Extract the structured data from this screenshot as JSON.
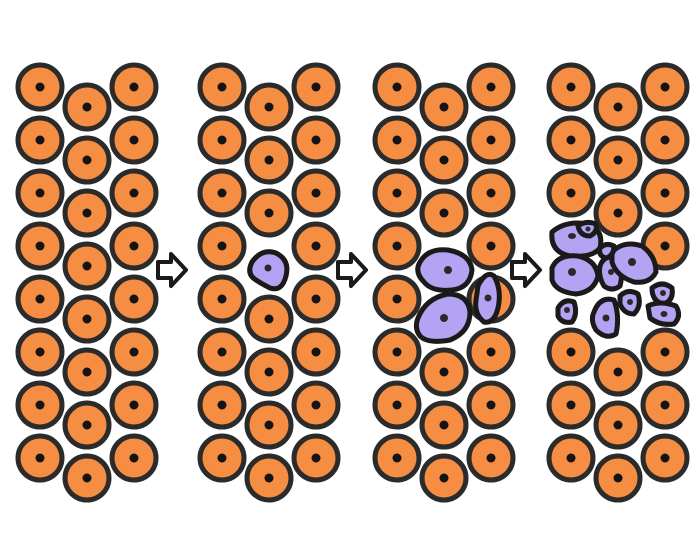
{
  "colors": {
    "healthy_cell": "#f58d42",
    "transformed_cell": "#b4a3f2",
    "outline": "#2b2b2b",
    "nucleus": "#141414",
    "background": "#ffffff"
  },
  "panels": [
    {
      "stage": "normal-tissue",
      "rows": 8,
      "columns": 3,
      "abnormal_cells": 0
    },
    {
      "stage": "single-mutated-cell",
      "rows": 8,
      "columns": 3,
      "abnormal_cells": 1
    },
    {
      "stage": "abnormal-proliferation",
      "rows": 8,
      "columns": 3,
      "abnormal_cells": 3
    },
    {
      "stage": "tumor-mass",
      "rows": 8,
      "columns": 3,
      "abnormal_cells": 11
    }
  ],
  "arrows": [
    {
      "from": 0,
      "to": 1,
      "icon": "right-arrow-icon"
    },
    {
      "from": 1,
      "to": 2,
      "icon": "right-arrow-icon"
    },
    {
      "from": 2,
      "to": 3,
      "icon": "right-arrow-icon"
    }
  ]
}
